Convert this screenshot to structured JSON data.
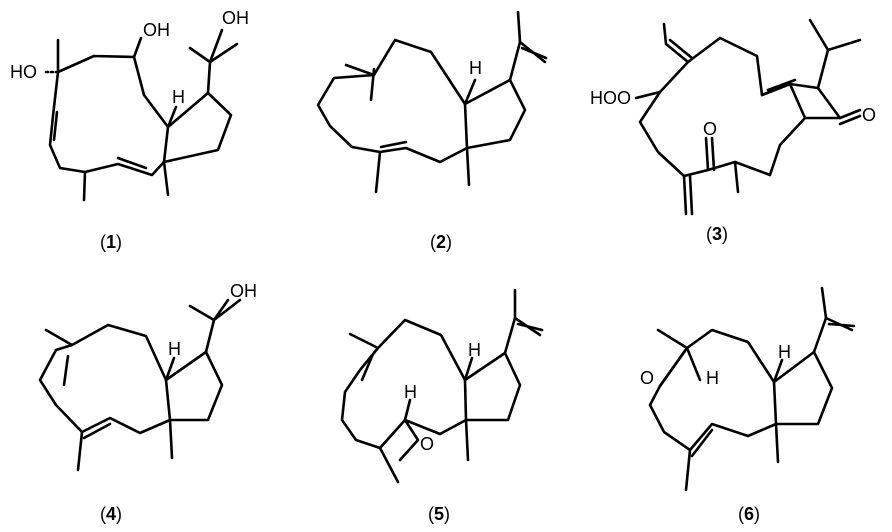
{
  "labels": {
    "c1": {
      "open": "(",
      "num": "1",
      "close": ")"
    },
    "c2": {
      "open": "(",
      "num": "2",
      "close": ")"
    },
    "c3": {
      "open": "(",
      "num": "3",
      "close": ")"
    },
    "c4": {
      "open": "(",
      "num": "4",
      "close": ")"
    },
    "c5": {
      "open": "(",
      "num": "5",
      "close": ")"
    },
    "c6": {
      "open": "(",
      "num": "6",
      "close": ")"
    }
  },
  "atoms": {
    "oh": "OH",
    "ho": "HO",
    "hoo": "HOO",
    "h": "H",
    "o": "O"
  }
}
